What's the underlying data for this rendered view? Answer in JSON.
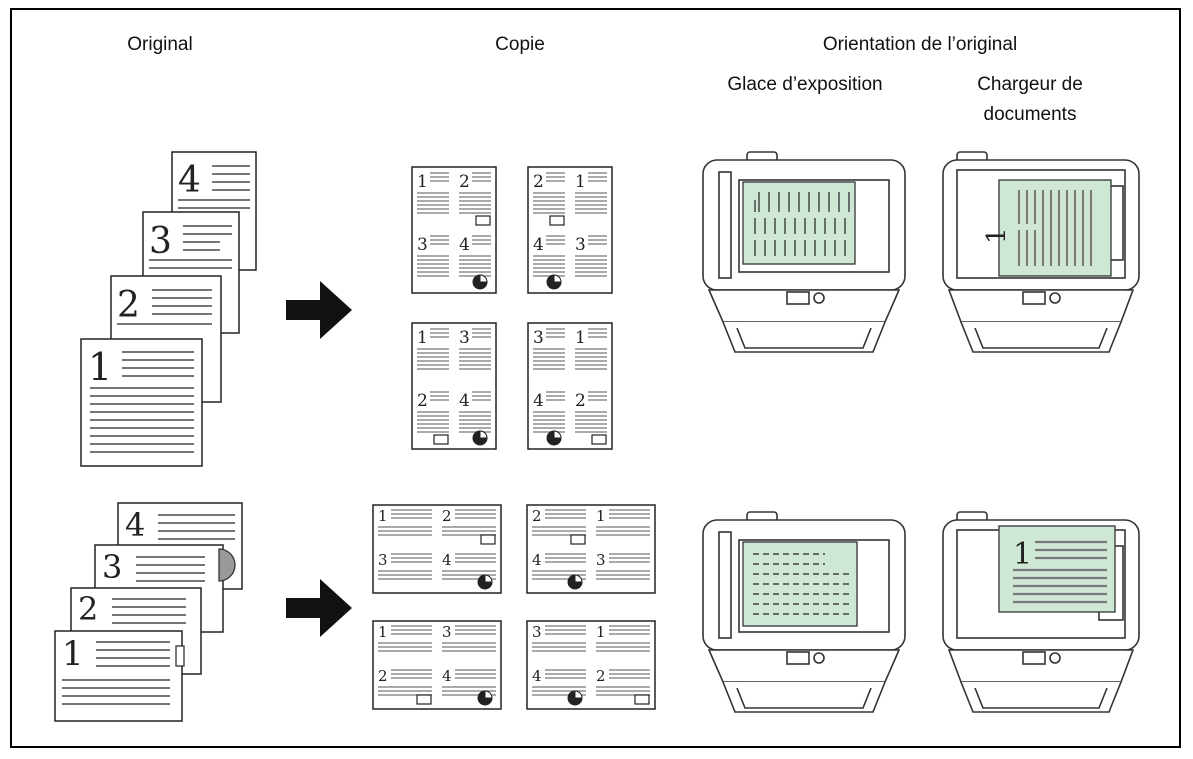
{
  "headers": {
    "original": "Original",
    "copie": "Copie",
    "orientation": "Orientation de l’original",
    "glace": "Glace d’exposition",
    "chargeur_line1": "Chargeur de",
    "chargeur_line2": "documents"
  },
  "page_numbers": [
    "1",
    "2",
    "3",
    "4"
  ],
  "copy_layouts": {
    "portrait": [
      [
        "1",
        "2",
        "3",
        "4"
      ],
      [
        "2",
        "1",
        "4",
        "3"
      ],
      [
        "1",
        "3",
        "2",
        "4"
      ],
      [
        "3",
        "1",
        "4",
        "2"
      ]
    ],
    "landscape": [
      [
        "1",
        "2",
        "3",
        "4"
      ],
      [
        "2",
        "1",
        "4",
        "3"
      ],
      [
        "1",
        "3",
        "2",
        "4"
      ],
      [
        "3",
        "1",
        "4",
        "2"
      ]
    ]
  },
  "colors": {
    "glass": "#cfe8d6",
    "line": "#777777",
    "outline": "#222222"
  },
  "icons": [
    "arrow-right-icon",
    "copier-icon",
    "document-feeder-icon"
  ]
}
